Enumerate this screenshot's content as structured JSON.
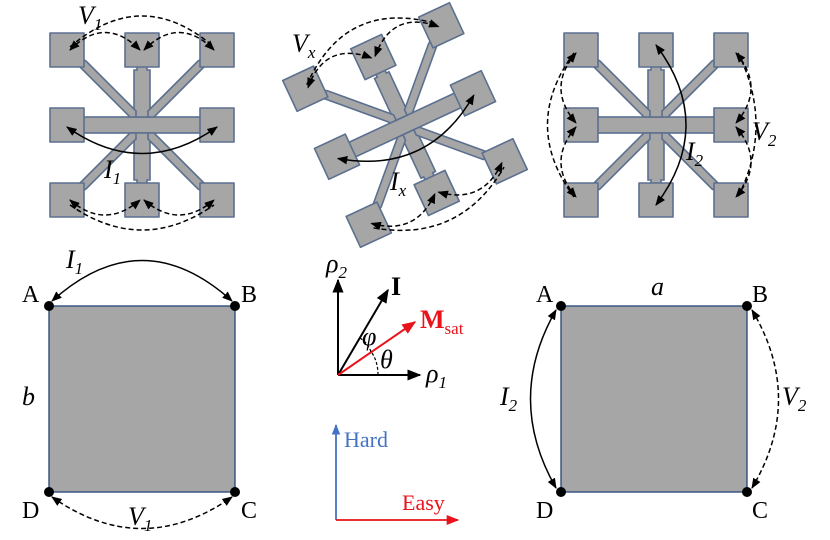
{
  "colors": {
    "device_fill": "#a6a6a6",
    "device_edge": "#5b6f8f",
    "magnetization": "#e8131b",
    "hard_axis": "#4472c4",
    "easy_axis": "#e8131b"
  },
  "devices": {
    "left": {
      "voltage": "V",
      "voltage_sub": "1",
      "current": "I",
      "current_sub": "1"
    },
    "middle": {
      "voltage": "V",
      "voltage_sub": "x",
      "current": "I",
      "current_sub": "x"
    },
    "right": {
      "voltage": "V",
      "voltage_sub": "2",
      "current": "I",
      "current_sub": "2"
    }
  },
  "left_square": {
    "corners": {
      "a": "A",
      "b": "B",
      "c": "C",
      "d": "D"
    },
    "side_label": "b",
    "current": "I",
    "current_sub": "1",
    "voltage": "V",
    "voltage_sub": "1"
  },
  "right_square": {
    "corners": {
      "a": "A",
      "b": "B",
      "c": "C",
      "d": "D"
    },
    "side_label": "a",
    "current": "I",
    "current_sub": "2",
    "voltage": "V",
    "voltage_sub": "2"
  },
  "vectors": {
    "rho2": "ρ",
    "rho2_sub": "2",
    "rho1": "ρ",
    "rho1_sub": "1",
    "current": "I",
    "magnetization": "M",
    "magnetization_sub": "sat",
    "phi": "φ",
    "theta": "θ"
  },
  "axes_legend": {
    "hard": "Hard",
    "easy": "Easy"
  }
}
